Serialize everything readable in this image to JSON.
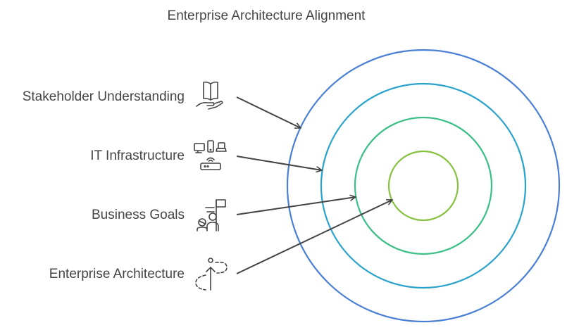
{
  "title": "Enterprise Architecture Alignment",
  "items": [
    {
      "label": "Stakeholder Understanding",
      "icon": "book-in-hand-icon",
      "ring": "outer",
      "color": "#4a7fd6"
    },
    {
      "label": "IT Infrastructure",
      "icon": "network-devices-icon",
      "ring": "second",
      "color": "#2aa3cc"
    },
    {
      "label": "Business Goals",
      "icon": "team-goal-flag-icon",
      "ring": "third",
      "color": "#3bbf86"
    },
    {
      "label": "Enterprise Architecture",
      "icon": "growth-arrow-icon",
      "ring": "inner",
      "color": "#86c23f"
    }
  ]
}
